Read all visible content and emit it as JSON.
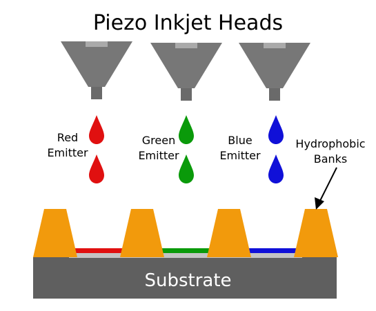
{
  "title": "Piezo Inkjet Heads",
  "emitters": [
    {
      "line1": "Red",
      "line2": "Emitter",
      "color": "#e01010"
    },
    {
      "line1": "Green",
      "line2": "Emitter",
      "color": "#0a9a0a"
    },
    {
      "line1": "Blue",
      "line2": "Emitter",
      "color": "#1010d8"
    }
  ],
  "banks_label": {
    "line1": "Hydrophobic",
    "line2": "Banks"
  },
  "substrate_label": "Substrate",
  "colors": {
    "head": "#7a7a7a",
    "head_dark": "#5e5e5e",
    "head_light": "#a8a8a8",
    "bank": "#f29a0c",
    "substrate": "#5f5f5f",
    "substrate_top": "#c8c8c8"
  }
}
